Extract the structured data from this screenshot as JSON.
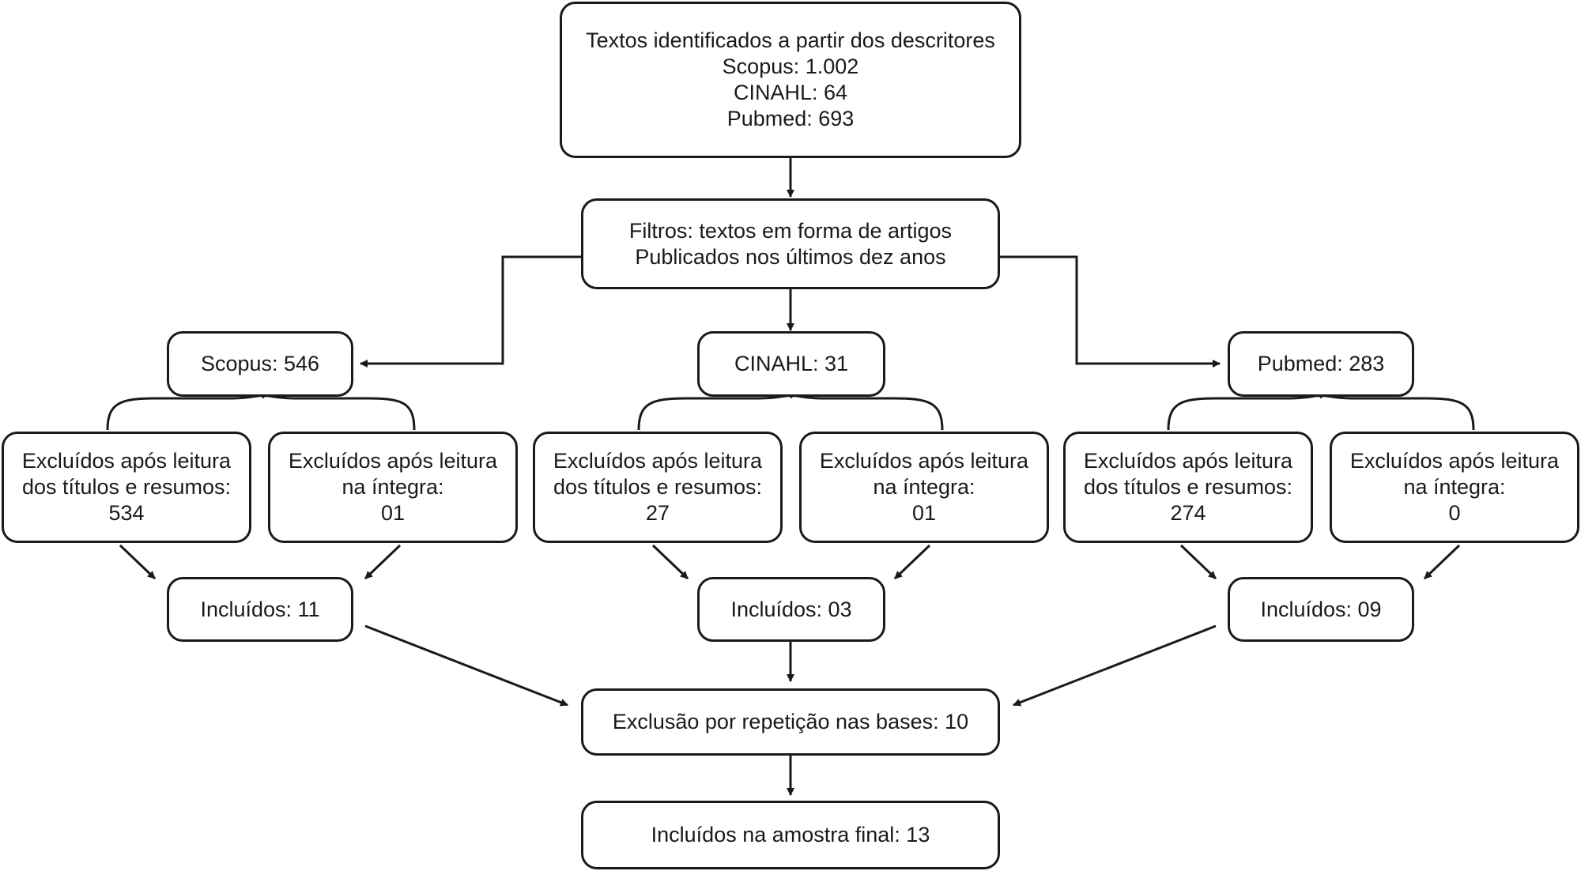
{
  "top": {
    "line1": "Textos identificados a partir dos descritores",
    "line2": "Scopus: 1.002",
    "line3": "CINAHL: 64",
    "line4": "Pubmed: 693"
  },
  "filter": {
    "line1": "Filtros: textos em forma de artigos",
    "line2": "Publicados nos últimos dez anos"
  },
  "databases": [
    {
      "name": "Scopus: 546",
      "excl_title": {
        "line1": "Excluídos após leitura",
        "line2": "dos títulos e resumos:",
        "line3": "534"
      },
      "excl_full": {
        "line1": "Excluídos após leitura",
        "line2": "na íntegra:",
        "line3": "01"
      },
      "included": "Incluídos: 11"
    },
    {
      "name": "CINAHL: 31",
      "excl_title": {
        "line1": "Excluídos após leitura",
        "line2": "dos títulos e resumos:",
        "line3": "27"
      },
      "excl_full": {
        "line1": "Excluídos após leitura",
        "line2": "na íntegra:",
        "line3": "01"
      },
      "included": "Incluídos: 03"
    },
    {
      "name": "Pubmed: 283",
      "excl_title": {
        "line1": "Excluídos após leitura",
        "line2": "dos títulos e resumos:",
        "line3": "274"
      },
      "excl_full": {
        "line1": "Excluídos após leitura",
        "line2": "na íntegra:",
        "line3": "0"
      },
      "included": "Incluídos: 09"
    }
  ],
  "duplicates": "Exclusão por repetição nas bases: 10",
  "final": "Incluídos na amostra final: 13"
}
